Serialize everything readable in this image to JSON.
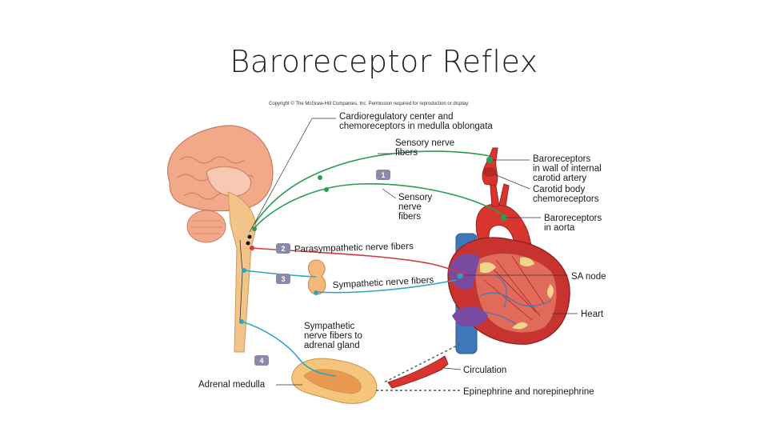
{
  "slide": {
    "title": "Baroreceptor Reflex"
  },
  "figure": {
    "copyright": "Copyright © The McGraw-Hill Companies, Inc. Permission required for reproduction or display.",
    "labels": {
      "cardioregulatory": [
        "Cardioregulatory center and",
        "chemoreceptors in medulla oblongata"
      ],
      "sensory_top": [
        "Sensory nerve",
        "fibers"
      ],
      "sensory_mid": [
        "Sensory",
        "nerve",
        "fibers"
      ],
      "baro_carotid": [
        "Baroreceptors",
        "in wall of internal",
        "carotid artery"
      ],
      "carotid_body": [
        "Carotid body",
        "chemoreceptors"
      ],
      "baro_aorta": [
        "Baroreceptors",
        "in aorta"
      ],
      "parasympathetic": "Parasympathetic nerve fibers",
      "sympathetic": "Sympathetic nerve fibers",
      "sa_node": "SA node",
      "heart": "Heart",
      "symp_adrenal": [
        "Sympathetic",
        "nerve fibers to",
        "adrenal gland"
      ],
      "circulation": "Circulation",
      "adrenal_medulla": "Adrenal medulla",
      "epinephrine": "Epinephrine and norepinephrine"
    },
    "step_numbers": [
      "1",
      "2",
      "3",
      "4"
    ],
    "colors": {
      "sensory": "#2e9a56",
      "parasympathetic": "#d23a3a",
      "sympathetic": "#2aa6c4",
      "brain": "#f2a98a",
      "heart": "#c8322f",
      "vein": "#3f78b8",
      "badge": "#8a8aa8"
    }
  }
}
